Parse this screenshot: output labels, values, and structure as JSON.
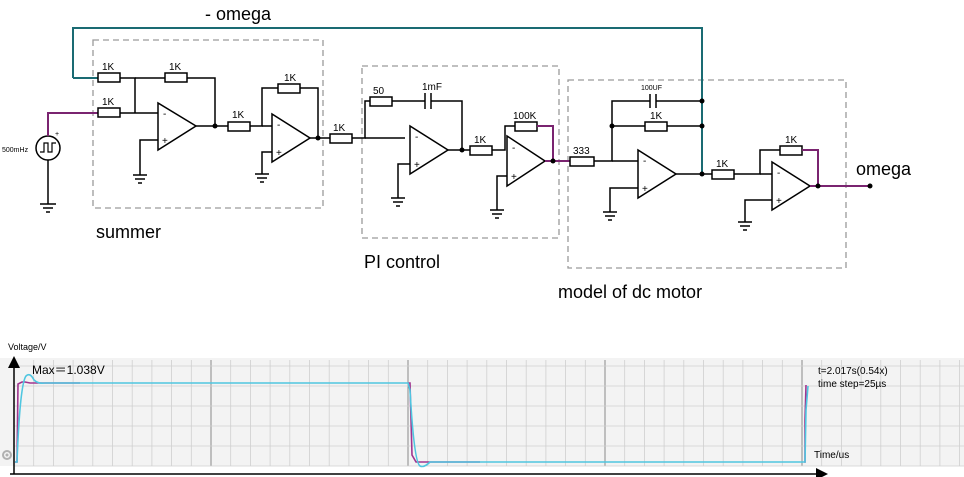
{
  "labels": {
    "feedback": "- omega",
    "output": "omega",
    "summer": "summer",
    "pi": "PI control",
    "motor": "model of dc motor"
  },
  "components": {
    "r_summer_top": "1K",
    "r_summer_in": "1K",
    "r_summer_fb": "1K",
    "r_inv_in": "1K",
    "r_inv_fb": "1K",
    "r_pi_in": "1K",
    "r_pi_p": "50",
    "c_pi": "1mF",
    "r_pi2_in": "1K",
    "r_pi2_fb": "100K",
    "r_motor_in": "333",
    "c_motor": "100UF",
    "r_motor_fb": "1K",
    "r_out_in": "1K",
    "r_out_fb": "1K",
    "source": "500mHz"
  },
  "scope": {
    "ylabel": "Voltage/V",
    "xlabel": "Time/us",
    "max_label": "Max＝1.038V",
    "time_readout": "t=2.017s(0.54x)",
    "time_step": "time step=25µs"
  },
  "colors": {
    "cyan_trace": "#4fc6e0",
    "purple_trace": "#a0358f",
    "teal_wire": "#1a6b73"
  }
}
